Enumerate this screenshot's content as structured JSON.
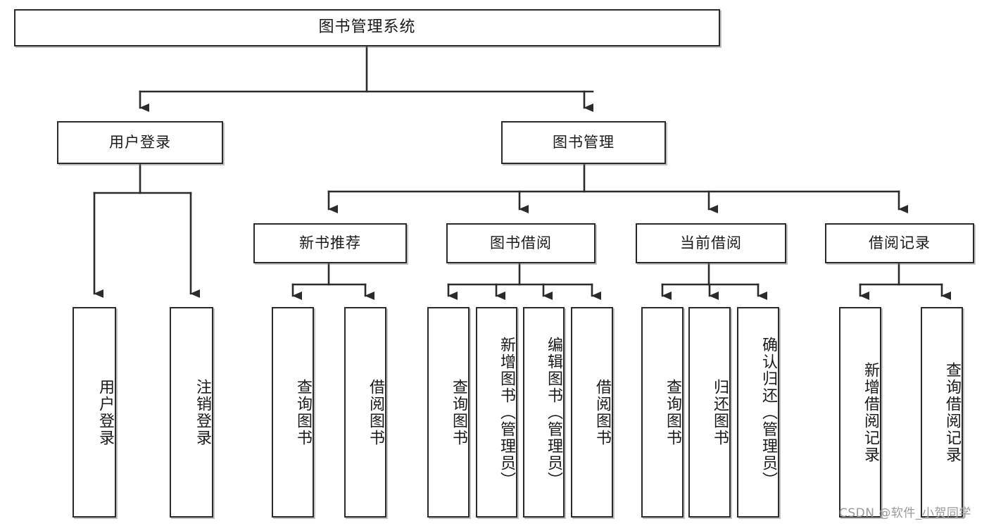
{
  "diagram": {
    "title": "图书管理系统",
    "type": "tree-hierarchy-diagram",
    "background_color": "#ffffff",
    "box_border_color": "#2b2b2b",
    "connector_color": "#2b2b2b",
    "text_color": "#1a1a1a"
  },
  "nodes": {
    "root": {
      "label": "图书管理系统",
      "level": 1
    },
    "level2": [
      {
        "id": "user-login",
        "label": "用户登录"
      },
      {
        "id": "book-manage",
        "label": "图书管理"
      }
    ],
    "level3": [
      {
        "id": "new-book-recommend",
        "label": "新书推荐",
        "parent": "book-manage"
      },
      {
        "id": "book-borrow",
        "label": "图书借阅",
        "parent": "book-manage"
      },
      {
        "id": "current-borrow",
        "label": "当前借阅",
        "parent": "book-manage"
      },
      {
        "id": "borrow-record",
        "label": "借阅记录",
        "parent": "book-manage"
      }
    ],
    "leaves": [
      {
        "id": "leaf-user-login",
        "label": "用户登录",
        "parent": "user-login"
      },
      {
        "id": "leaf-logout-login",
        "label": "注销登录",
        "parent": "user-login"
      },
      {
        "id": "leaf-query-book-1",
        "label": "查询图书",
        "parent": "new-book-recommend"
      },
      {
        "id": "leaf-borrow-book-1",
        "label": "借阅图书",
        "parent": "new-book-recommend"
      },
      {
        "id": "leaf-query-book-2",
        "label": "查询图书",
        "parent": "book-borrow"
      },
      {
        "id": "leaf-add-book",
        "label": "新增图书（管理员）",
        "parent": "book-borrow"
      },
      {
        "id": "leaf-edit-book",
        "label": "编辑图书（管理员）",
        "parent": "book-borrow"
      },
      {
        "id": "leaf-borrow-book-2",
        "label": "借阅图书",
        "parent": "book-borrow"
      },
      {
        "id": "leaf-query-book-3",
        "label": "查询图书",
        "parent": "current-borrow"
      },
      {
        "id": "leaf-return-book",
        "label": "归还图书",
        "parent": "current-borrow"
      },
      {
        "id": "leaf-confirm-return",
        "label": "确认归还（管理员）",
        "parent": "current-borrow"
      },
      {
        "id": "leaf-add-record",
        "label": "新增借阅记录",
        "parent": "borrow-record"
      },
      {
        "id": "leaf-query-record",
        "label": "查询借阅记录",
        "parent": "borrow-record"
      }
    ]
  },
  "watermark": {
    "text": "CSDN @软件_小贺同学"
  }
}
